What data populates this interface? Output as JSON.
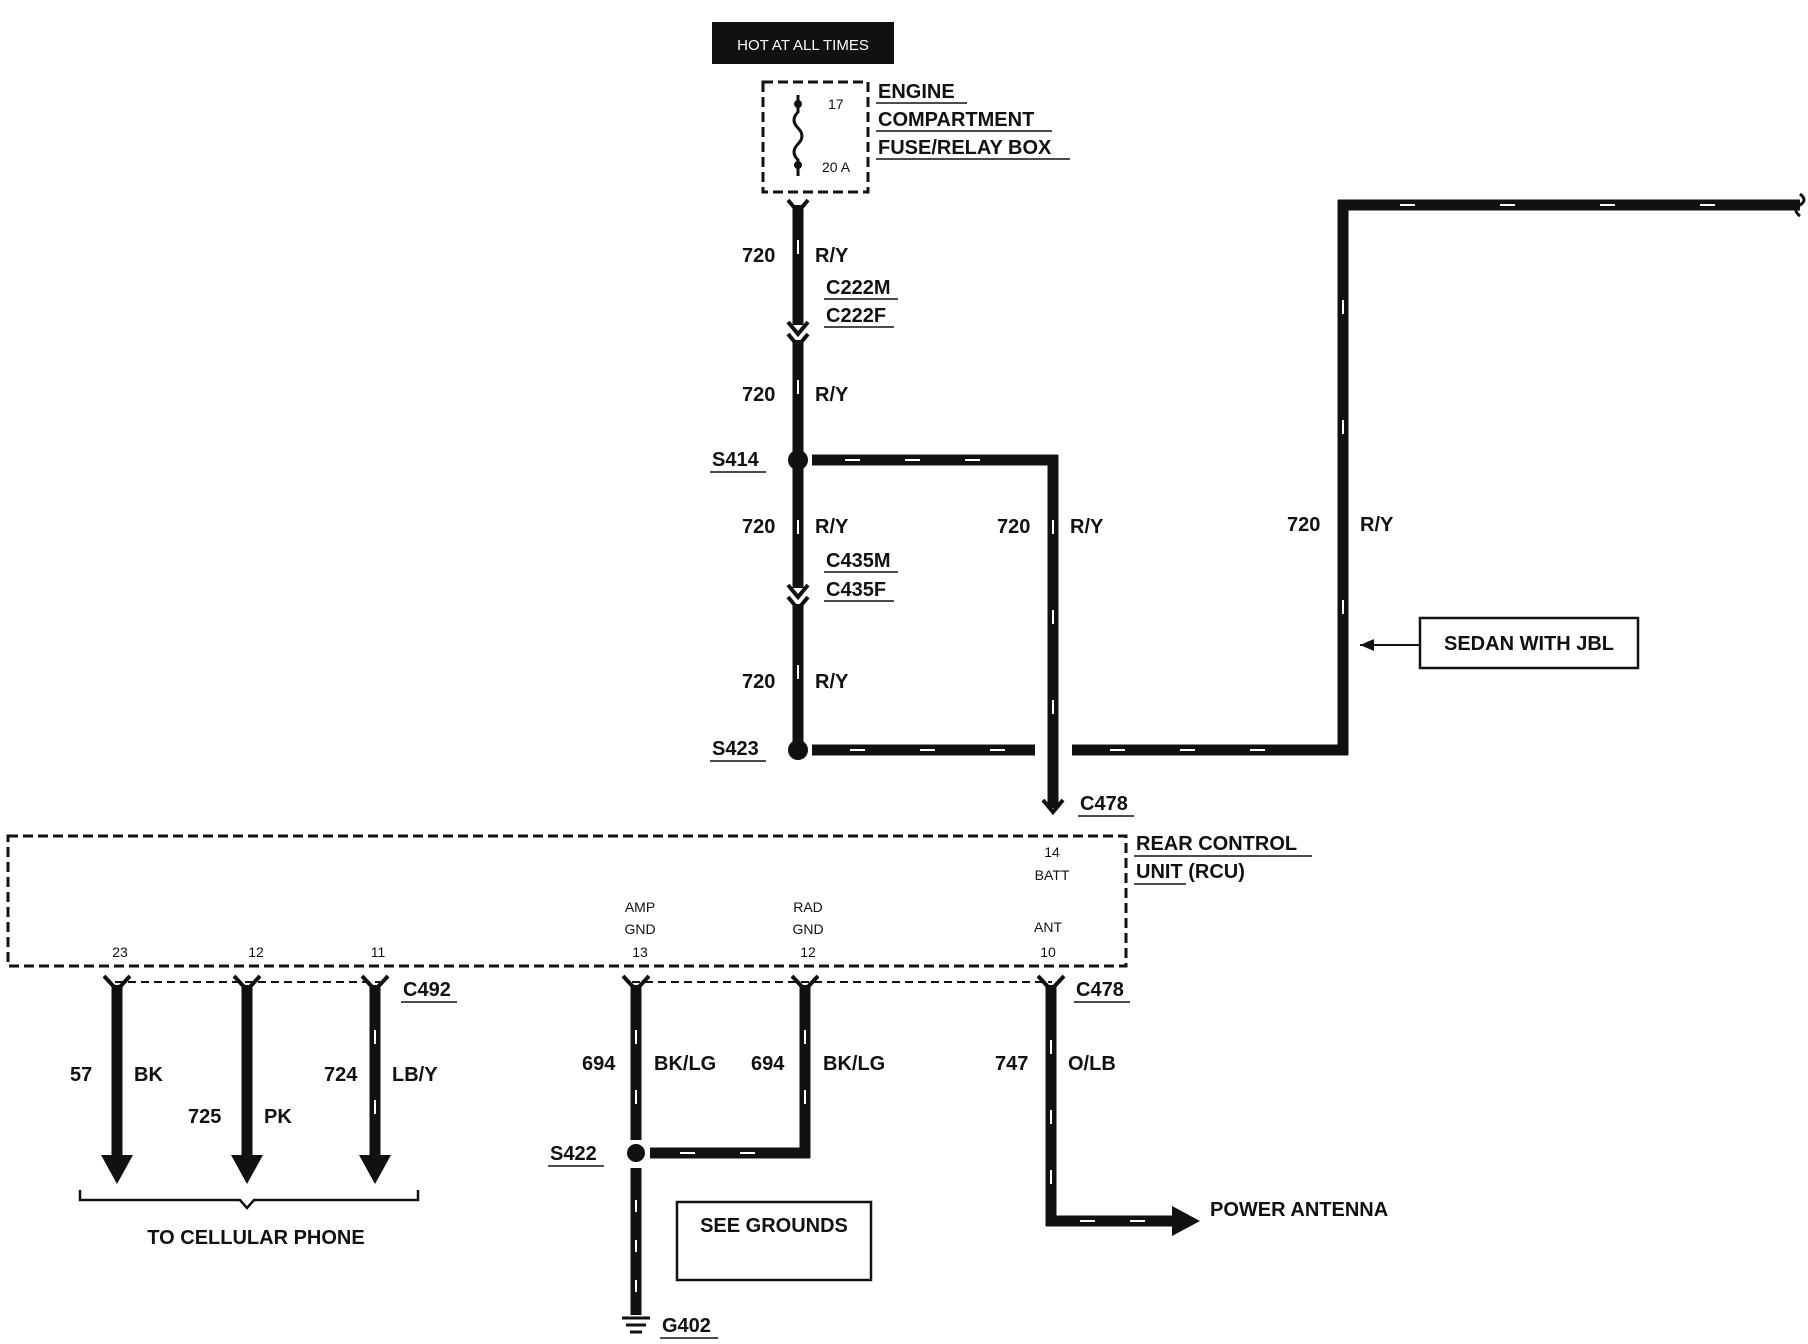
{
  "hot_label": "HOT AT ALL TIMES",
  "fuse_box": {
    "line1": "ENGINE",
    "line2": "COMPARTMENT",
    "line3": "FUSE/RELAY BOX",
    "fuse_number": "17",
    "fuse_rating": "20 A"
  },
  "wires": {
    "circuit_720": "720",
    "color_ry": "R/Y",
    "circuit_57": "57",
    "color_bk": "BK",
    "circuit_725": "725",
    "color_pk": "PK",
    "circuit_724": "724",
    "color_lby": "LB/Y",
    "circuit_694": "694",
    "color_bklg": "BK/LG",
    "circuit_747": "747",
    "color_olb": "O/LB"
  },
  "connectors": {
    "c222m": "C222M",
    "c222f": "C222F",
    "c435m": "C435M",
    "c435f": "C435F",
    "c478": "C478",
    "c492": "C492"
  },
  "splices": {
    "s414": "S414",
    "s423": "S423",
    "s422": "S422"
  },
  "ground": "G402",
  "sedan_jbl": "SEDAN WITH JBL",
  "rcu": {
    "line1": "REAR CONTROL",
    "line2": "UNIT (RCU)",
    "pin_batt_num": "14",
    "pin_batt_name": "BATT",
    "pin_amp_name1": "AMP",
    "pin_amp_name2": "GND",
    "pin_amp_num": "13",
    "pin_rad_name1": "RAD",
    "pin_rad_name2": "GND",
    "pin_rad_num": "12",
    "pin_ant_name": "ANT",
    "pin_ant_num": "10",
    "pin_23": "23",
    "pin_12": "12",
    "pin_11": "11"
  },
  "to_cellular": "TO CELLULAR PHONE",
  "see_grounds": "SEE GROUNDS",
  "power_antenna": "POWER ANTENNA"
}
